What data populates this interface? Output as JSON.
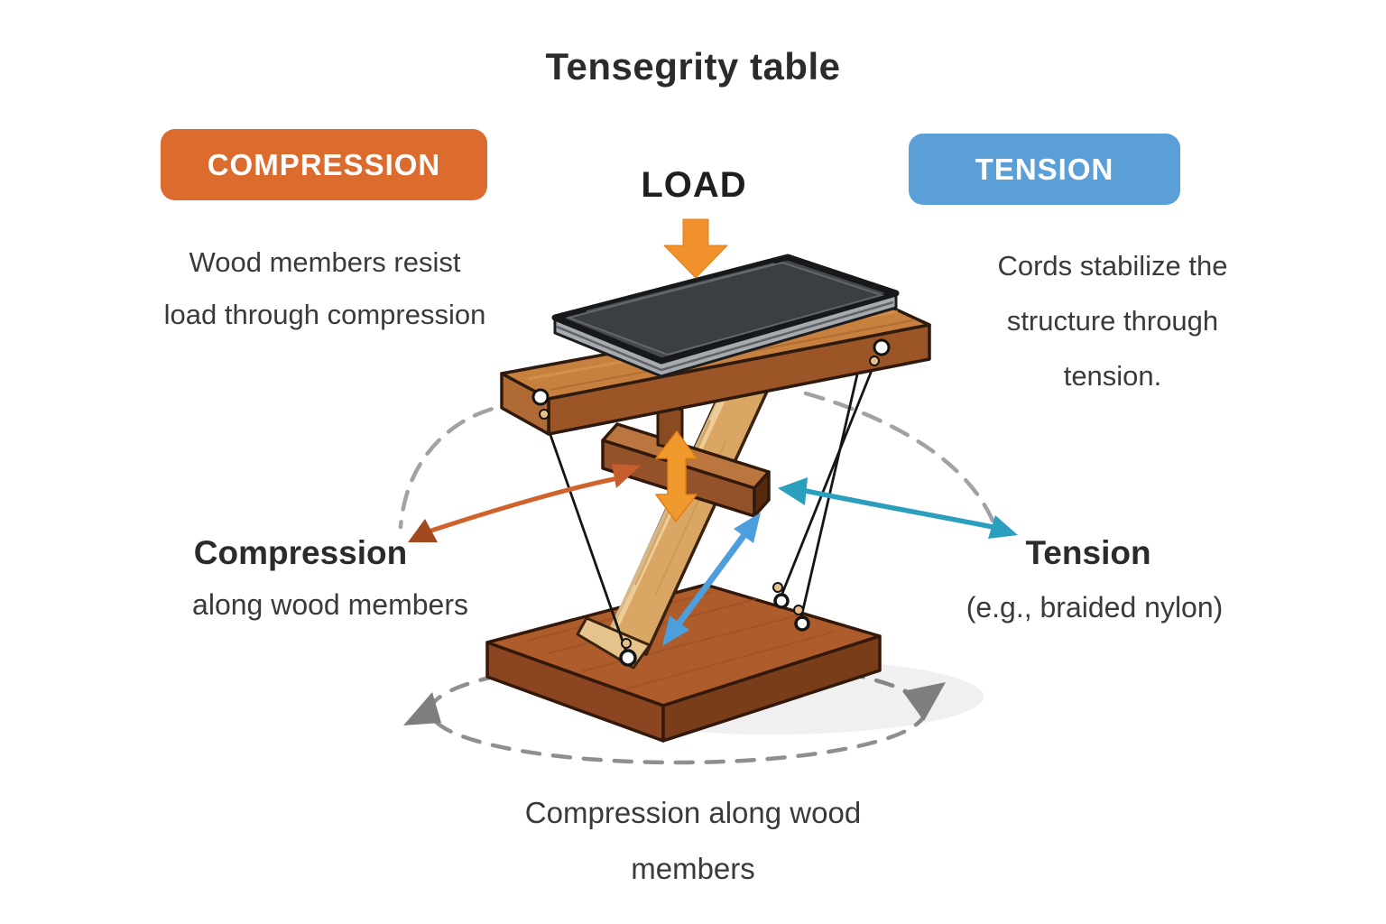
{
  "title": "Tensegrity table",
  "badges": {
    "compression": {
      "label": "COMPRESSION",
      "bg": "#DC6B2E"
    },
    "tension": {
      "label": "TENSION",
      "bg": "#5B9FD8"
    }
  },
  "load": {
    "label": "LOAD",
    "arrow_color": "#F0912C"
  },
  "left_note": {
    "line1": "Wood members resist",
    "line2": "load through compression"
  },
  "right_note": {
    "line1": "Cords stabilize the",
    "line2": "structure through",
    "line3": "tension."
  },
  "compression_callout": {
    "title": "Compression",
    "subtitle": "along wood members",
    "arrow_color": "#D2622B"
  },
  "tension_callout": {
    "title": "Tension",
    "subtitle": "(e.g., braided nylon)",
    "arrow_color": "#2B9FBE"
  },
  "bottom_note": {
    "line1": "Compression along wood",
    "line2": "members"
  },
  "illustration": {
    "description": "Wooden tensegrity table holding a smartphone, stabilized by cords",
    "colors": {
      "wood_top": "#C8803F",
      "wood_front": "#9C5526",
      "wood_light_strut": "#D9A763",
      "base_top": "#AE5C2C",
      "base_front": "#8B4520",
      "phone_body": "#45484C",
      "cord": "#151515",
      "dashed_arc": "#9E9E9E",
      "rotation_arrow": "#7E7E7E",
      "vertical_arrow": "#F09A2E",
      "cord_arrow_blue": "#4D9EDD"
    }
  }
}
